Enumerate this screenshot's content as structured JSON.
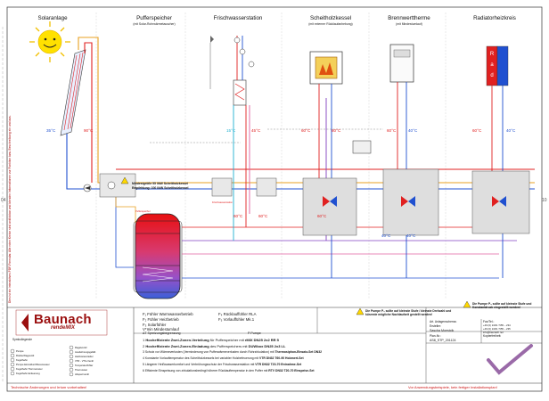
{
  "columns": [
    {
      "title": "Solaranlage",
      "subtitle": ""
    },
    {
      "title": "Pufferspeicher",
      "subtitle": "(mit Solar-Rohrwärmetauscher)"
    },
    {
      "title": "Frischwasserstation",
      "subtitle": ""
    },
    {
      "title": "Scheitholzkessel",
      "subtitle": "(mit externer Rücklaufanhebung)"
    },
    {
      "title": "Brennwerttherme",
      "subtitle": "(mit Mindestumlauf)"
    },
    {
      "title": "Radiatorheizkreis",
      "subtitle": ""
    }
  ],
  "temps": {
    "solar_left": "35°C",
    "solar_right": "90°C",
    "fws_a": "15°C",
    "fws_b": "45°C",
    "kessel_a": "60°C",
    "kessel_b": "80°C",
    "therme_a": "60°C",
    "therme_b": "40°C",
    "rad_a": "60°C",
    "rad_b": "40°C",
    "buf_a": "60°C",
    "buf_b": "60°C",
    "mid_a": "60°C",
    "mid_b": "40°C",
    "mid_c": "40°C"
  },
  "notes": {
    "warn_line1": "Mindestgröße 55 l/kW Scheitholzkessel",
    "warn_line2": "Empfehlung: 100 l/kW Scheitholzkessel",
    "puffer_label": "Pufferspeicher",
    "fws_label": "Frischwasserstation",
    "left_vertical": "Dies ist ein interaktives PDF-Formular. Alle roten Kreise sind anklickbar und blenden Informationen zur Funktion bzw. Beschreibung ein und aus."
  },
  "brand": {
    "name": "Baunach",
    "sub": "rendeMIX"
  },
  "legend": {
    "title": "Symbollegende",
    "left": [
      "Pumpe",
      "Rückschlagventil",
      "Kugelhahn",
      "Pumpe Einzeldurchflussmesser",
      "Kugelhahn Thermometer",
      "Kugelhahn Entleerung"
    ],
    "right": [
      "Regelventil",
      "Ausdehnungsgefäß",
      "Heizkreisverteiler",
      "VTR - VTG-Ventil",
      "Temperaturfühler",
      "Thermostat",
      "Absperrventil"
    ]
  },
  "sensor_list": {
    "left": [
      {
        "code": "F₁",
        "text": "Fühler Warmwasserbetrieb"
      },
      {
        "code": "F₂",
        "text": "Fühler Heizbetrieb"
      },
      {
        "code": "F₃",
        "text": "Solarfühler"
      },
      {
        "code": "Vᵀmin",
        "text": "Mindestumlauf"
      },
      {
        "code": "ΔT",
        "text": "Spreizungsbegrenzung"
      }
    ],
    "right": [
      {
        "code": "F₄",
        "text": "Rücklauffühler RLA"
      },
      {
        "code": "F₅",
        "text": "Vorlauffühler Mk.1"
      },
      {
        "code": "P",
        "text": "Pumpe"
      }
    ]
  },
  "position_list": [
    {
      "n": "1",
      "text": "Hocheffiziente Zwei-Zonen-Verteilung",
      "tail": " für Pufferspeicher mit ",
      "bold": "rMIX DN25 2x2 RR 5"
    },
    {
      "n": "2",
      "text": "Hocheffiziente Zwei-Zonen-Einladung",
      "tail": " des Pufferspeichers mit ",
      "bold": "DUWbox DN25 2x3 LL"
    },
    {
      "n": "3",
      "text": "Schutz vor Wärmeverlusten",
      "tail": " (Verminderung von Pufferwärmeverlusten durch Rohrzirkulation) mit ",
      "bold": "Thermosiphon-Einsatz-Set DN32"
    },
    {
      "n": "4",
      "text": "Konstante Vorlauftemperatur",
      "tail": " des Scheitholzkessels bei variabler Holzbefeuerung mit ",
      "bold": "VTR DN32 T60-90 Holzwert-Set"
    },
    {
      "n": "5",
      "text": "Längerer Heißwasserkomfort",
      "tail": " und Verbrühungsschutz der Frischwasserstation mit ",
      "bold": "VTR DN32 T20-70 Entnahme-Set"
    },
    {
      "n": "6",
      "text": "Effiziente Einspeisung",
      "tail": " von zirkulationsbedingt höherer Rücklauftemperatur in den Puffer mit ",
      "bold": "RTV DN32 T20-70 Einspeise-Set"
    }
  ],
  "title_block": {
    "label_a": "Art. Anlagenschema:",
    "label_b": "Ersteller:",
    "author": "Sascha Moestcik",
    "label_c": "Fax/Tel.:",
    "phone": "+49 (0) 2403 / 555 – 234",
    "fax": "+49 (0) 2403 / 555 – 235",
    "mail": "info@baunach.net",
    "label_d": "Plan-Nr.:",
    "plan_no": "AS8_STP_201124",
    "label_e": "Kopierfreiheit:"
  },
  "warnings": {
    "w1": "Die Pumpe P₃ sollte auf kleinste Stufe / kleinste Drehzahl und kürzeste mögliche Nachlaufzeit gestellt werden!",
    "w2": "Die Pumpe P₄ sollte auf kleinste Stufe und Konstantdruck eingestellt werden!"
  },
  "footer": {
    "left": "Technische Änderungen und Irrtum vorbehalten!",
    "right": "Vor Anwendungsbeispiele, kein fertiger Installationsplan!"
  },
  "page_edges": {
    "left": "04",
    "right": "10"
  },
  "colors": {
    "hot": "#e02020",
    "warm": "#e8a020",
    "cold": "#2050d0",
    "mid": "#8040c0",
    "pink": "#e060a0",
    "brand": "#9b1010",
    "cyan": "#20b0d0"
  }
}
